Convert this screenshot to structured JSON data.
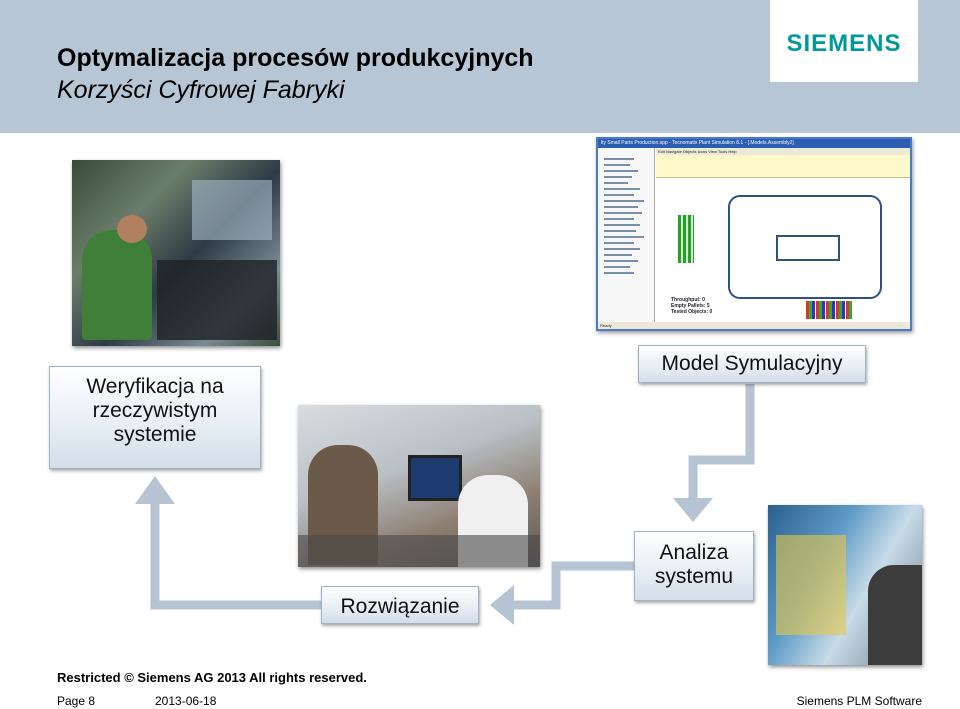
{
  "header": {
    "title": "Optymalizacja procesów produkcyjnych",
    "subtitle": "Korzyści Cyfrowej Fabryki",
    "logo": "SIEMENS",
    "background_color": "#b7c6d4",
    "logo_color": "#009999"
  },
  "simulation_window": {
    "title": "lty Small Parts Production.spp - Tecnomatix Plant Simulation 8.1 - [.Models.Assembly2]",
    "menu": "Edit  Navigate  Objects  Icons  View  Tools  Help",
    "status": "Ready",
    "stats": {
      "throughput": "Throughput: 0",
      "empty_pallets": "Empty Pallets: 5",
      "tested_objects": "Tested Objects: 0"
    }
  },
  "labels": {
    "weryfikacja": "Weryfikacja na rzeczywistym systemie",
    "model": "Model Symulacyjny",
    "analiza": "Analiza systemu",
    "rozwiazanie": "Rozwiązanie"
  },
  "footer": {
    "restricted": "Restricted © Siemens AG 2013 All rights reserved.",
    "page": "Page 8",
    "date": "2013-06-18",
    "company": "Siemens PLM Software"
  },
  "arrow_color": "#b5c3d2"
}
